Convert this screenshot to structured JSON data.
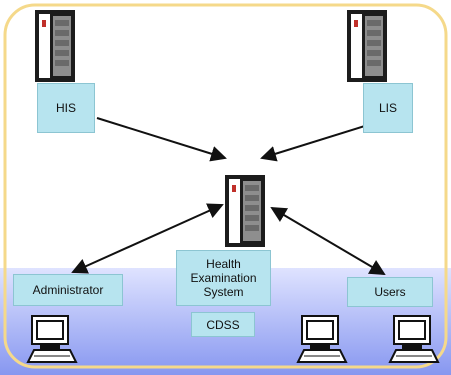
{
  "nodes": {
    "his": {
      "label": "HIS"
    },
    "lis": {
      "label": "LIS"
    },
    "hes_line1": "Health",
    "hes_line2": "Examination",
    "hes_line3": "System",
    "cdss": {
      "label": "CDSS"
    },
    "admin": {
      "label": "Administrator"
    },
    "users": {
      "label": "Users"
    }
  },
  "colors": {
    "label_fill": "#b7e4ef",
    "frame_gold": "#f5d98a",
    "lower_band_top": "#d6dcff",
    "lower_band_bottom": "#8c9bf2",
    "server_dark": "#1c1c1c",
    "server_light": "#9a9a9a",
    "led_red": "#c0302a"
  },
  "icons": [
    "server-icon",
    "computer-icon"
  ]
}
